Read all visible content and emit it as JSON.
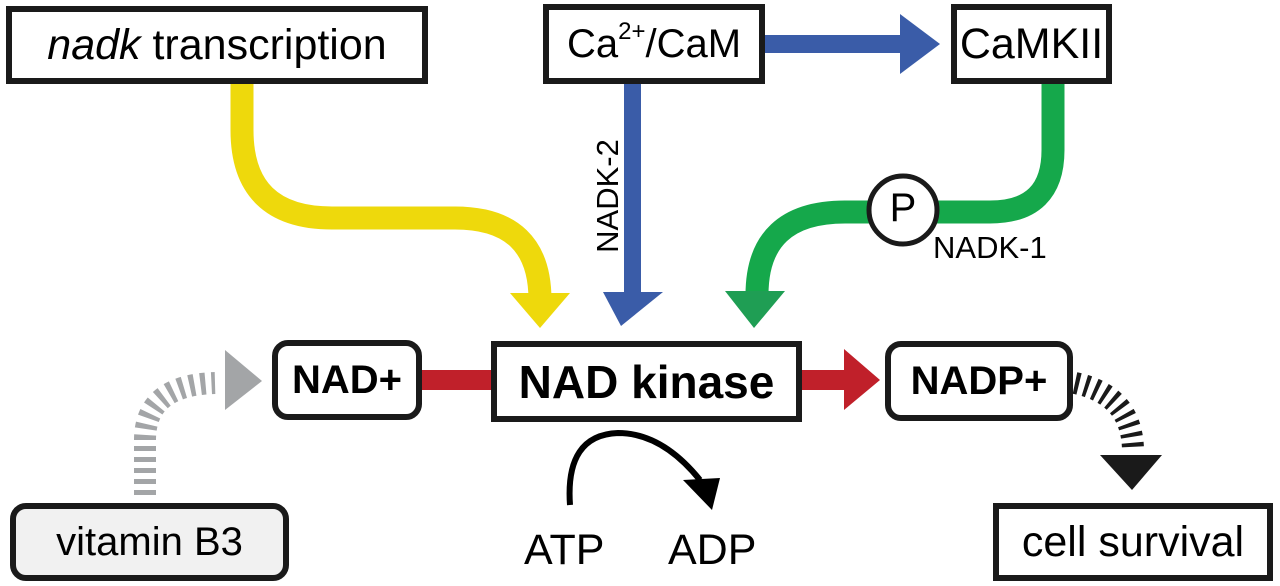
{
  "colors": {
    "transcription_arrow": "#eed90c",
    "calcium_arrow": "#3a5ca8",
    "camkii_arrow": "#15a84b",
    "reaction_arrow": "#c0202a",
    "vitamin_arrow": "#a3a5a7",
    "survival_arrow": "#1a1a1a",
    "box_border": "#1a1a1a",
    "vitamin_box_fill": "#f1f1f1"
  },
  "nodes": {
    "nadk_transcription": {
      "italic_part": "nadk",
      "rest": " transcription"
    },
    "calcium_cam": {
      "prefix": "Ca",
      "superscript": "2+",
      "suffix": "/CaM"
    },
    "camkii": {
      "label": "CaMKII"
    },
    "nad_plus": {
      "label": "NAD+"
    },
    "nad_kinase": {
      "label": "NAD kinase"
    },
    "nadp_plus": {
      "label": "NADP+"
    },
    "vitamin_b3": {
      "label": "vitamin B3"
    },
    "cell_survival": {
      "label": "cell survival"
    }
  },
  "labels": {
    "nadk2": "NADK-2",
    "nadk1": "NADK-1",
    "phospho": "P",
    "atp": "ATP",
    "adp": "ADP"
  },
  "edges": [
    {
      "from": "nadk transcription",
      "to": "NAD kinase",
      "color": "yellow"
    },
    {
      "from": "Ca2+/CaM",
      "to": "NAD kinase",
      "label": "NADK-2",
      "color": "blue"
    },
    {
      "from": "Ca2+/CaM",
      "to": "CaMKII",
      "color": "blue"
    },
    {
      "from": "CaMKII",
      "to": "NAD kinase",
      "label": "NADK-1",
      "modifier": "P",
      "color": "green"
    },
    {
      "from": "NAD+",
      "to": "NAD kinase",
      "color": "red"
    },
    {
      "from": "NAD kinase",
      "to": "NADP+",
      "color": "red"
    },
    {
      "from": "vitamin B3",
      "to": "NAD+",
      "style": "dashed",
      "color": "gray"
    },
    {
      "from": "NADP+",
      "to": "cell survival",
      "style": "dashed",
      "color": "black"
    },
    {
      "from": "ATP",
      "to": "ADP",
      "color": "black"
    }
  ]
}
